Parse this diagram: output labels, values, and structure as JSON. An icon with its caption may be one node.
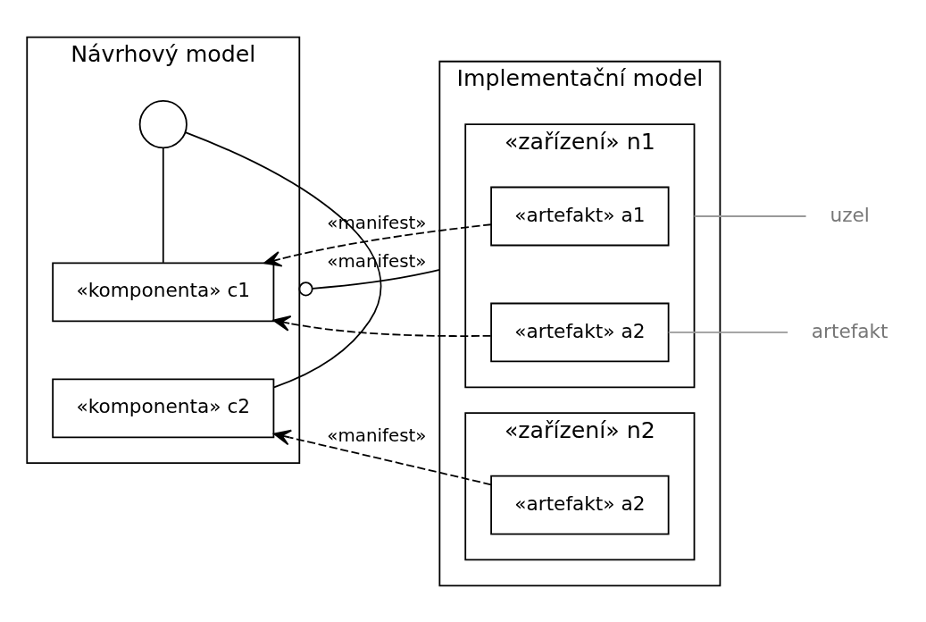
{
  "diagram": {
    "nodes": [
      {
        "text": [
          "Návrhový model"
        ]
      },
      {
        "text": [
          "«komponenta» c1"
        ],
        "in": 0
      },
      {
        "text": [],
        "shape": "circle",
        "in": 0
      },
      {
        "text": [
          "«komponenta» c2"
        ],
        "in": 0
      },
      {
        "text": [
          "Implementační model"
        ]
      },
      {
        "text": [
          "«zařízení» n1"
        ],
        "in": 4
      },
      {
        "text": [
          "«artefakt» a1"
        ],
        "in": 5
      },
      {
        "text": [
          "«artefakt» a2"
        ],
        "in": 5
      },
      {
        "text": [
          "«zařízení» n2"
        ],
        "in": 4
      },
      {
        "text": [
          "«artefakt» a2"
        ],
        "in": 8
      },
      {
        "text": [
          "uzel"
        ]
      },
      {
        "text": [
          "artefakt"
        ]
      }
    ],
    "edges": [
      {
        "from": 1,
        "to": 2,
        "arrow": "none"
      },
      {
        "from": 2,
        "to": 3,
        "arrow": "none"
      },
      {
        "from": 6,
        "to": 1,
        "arrow": "to",
        "style": "dashed",
        "label": "«manifest»"
      },
      {
        "from": 7,
        "to": 1,
        "arrow": "to",
        "style": "dashed"
      },
      {
        "from": 4,
        "to": 0,
        "arrow": "other",
        "label": "«manifest»"
      },
      {
        "from": 9,
        "to": 3,
        "arrow": "to",
        "style": "dashed",
        "label": "«manifest»"
      },
      {
        "from": 10,
        "to": 5,
        "arrow": "none",
        "color": "#999999"
      },
      {
        "from": 11,
        "to": 7,
        "arrow": "none",
        "color": "#999999"
      }
    ]
  }
}
